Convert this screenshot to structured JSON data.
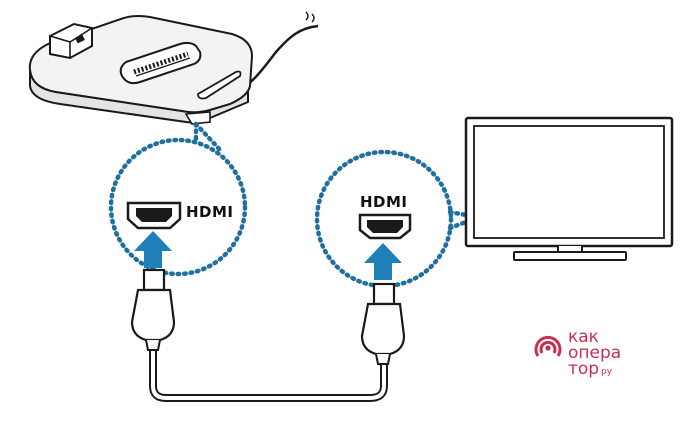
{
  "labels": {
    "hdmi_left": "HDMI",
    "hdmi_right": "HDMI"
  },
  "watermark": {
    "line1": "как",
    "line2": "опера",
    "line3": "тор",
    "suffix": "ру"
  },
  "colors": {
    "arrow": "#1f7fb8",
    "dotted_circle": "#1f6f9f",
    "outline": "#1a1a1a",
    "device_fill": "#f2f2f2",
    "shadow_fill": "#d6d6d6",
    "brand": "#c9304f"
  },
  "icons": {
    "dock": "dex-station-icon",
    "tv": "monitor-icon",
    "plug": "hdmi-plug-icon",
    "port": "hdmi-port-icon"
  }
}
